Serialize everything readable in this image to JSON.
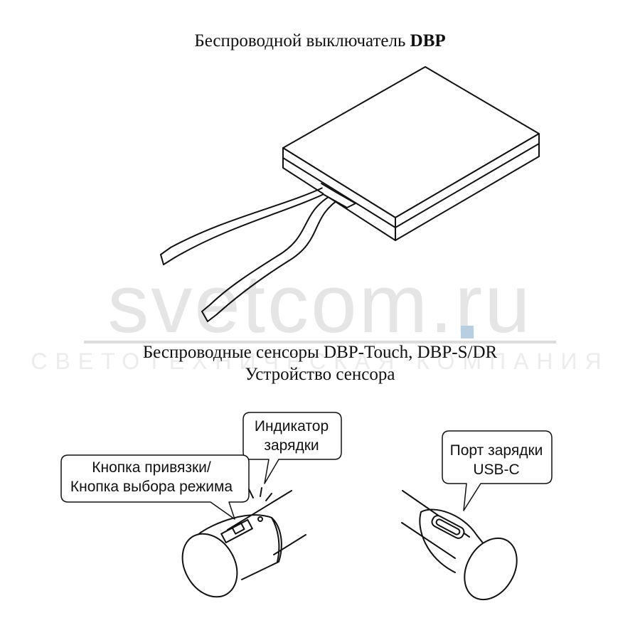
{
  "top_title": {
    "prefix": "Беспроводной выключатель ",
    "model": "DBP"
  },
  "sensors_title": "Беспроводные сенсоры DBP-Touch, DBP-S/DR",
  "sensors_subtitle": "Устройство сенсора",
  "callouts": {
    "indicator": [
      "Индикатор",
      "зарядки"
    ],
    "button": [
      "Кнопка привязки/",
      "Кнопка выбора режима"
    ],
    "usb": [
      "Порт зарядки",
      "USB-C"
    ]
  },
  "watermark": {
    "brand": "svetcom.ru",
    "tagline": "СВЕТОТЕХНИЧЕСКАЯ КОМПАНИЯ"
  }
}
